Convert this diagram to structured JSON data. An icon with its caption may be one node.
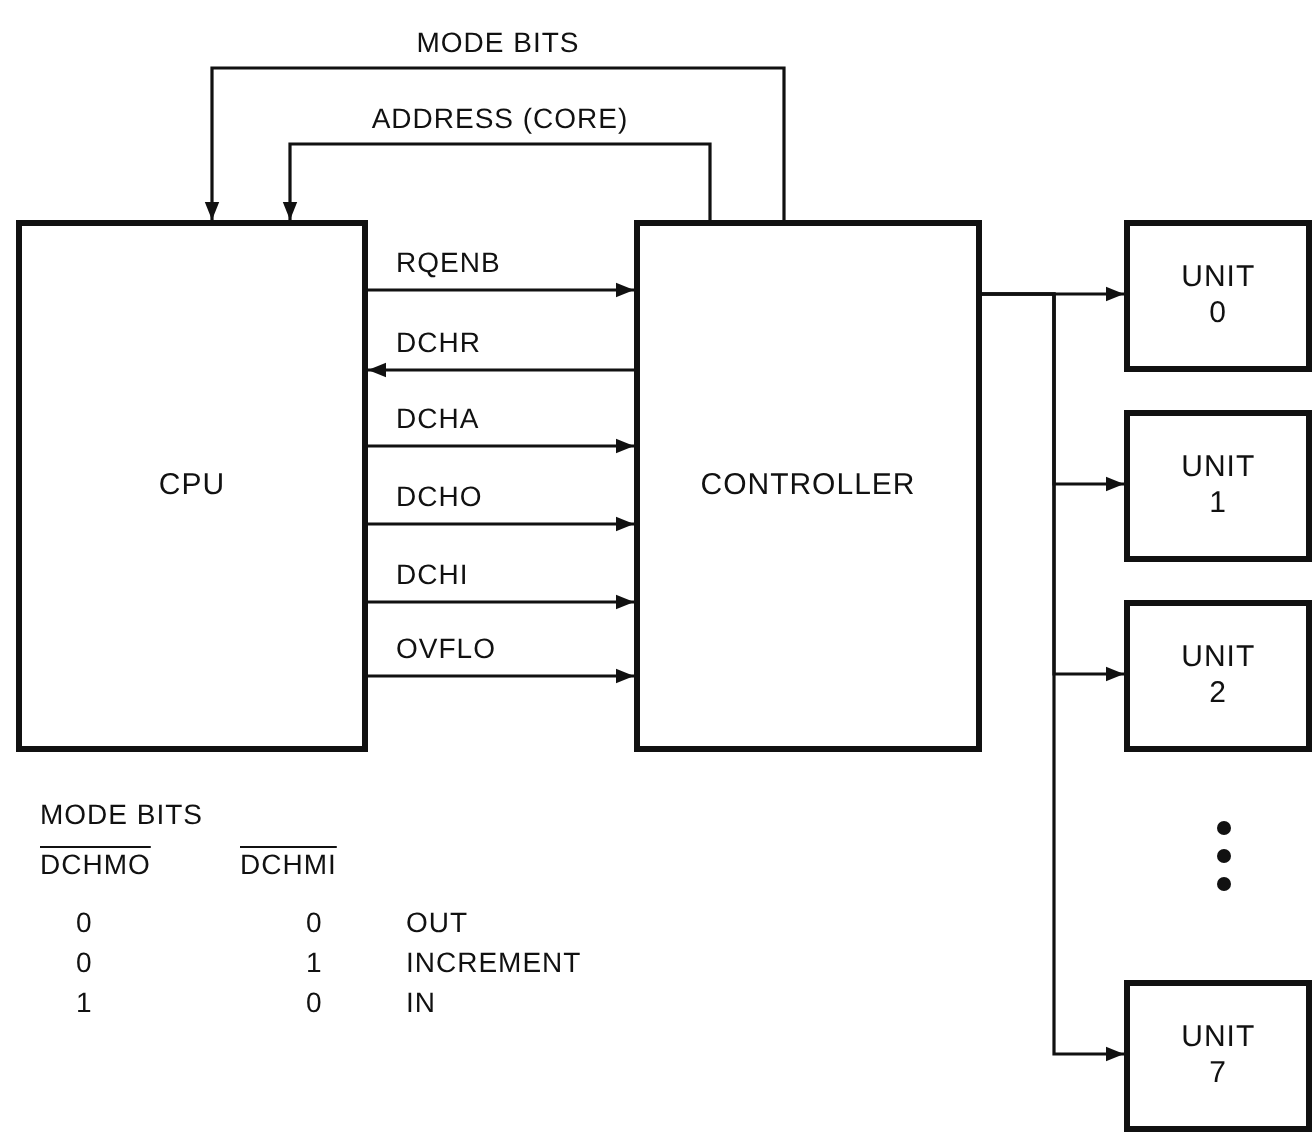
{
  "diagram": {
    "nodes": [
      {
        "text": [
          "CPU"
        ]
      },
      {
        "text": [
          "CONTROLLER"
        ]
      },
      {
        "text": [
          "UNIT 0"
        ]
      },
      {
        "text": [
          "UNIT 1"
        ]
      },
      {
        "text": [
          "UNIT 2"
        ]
      },
      {
        "text": [
          "UNIT 7"
        ]
      }
    ],
    "edges": [
      {
        "from": 1,
        "to": 0,
        "arrow": "to",
        "label": "MODE BITS"
      },
      {
        "from": 1,
        "to": 0,
        "arrow": "to",
        "label": "ADDRESS (CORE)"
      },
      {
        "from": 0,
        "to": 1,
        "arrow": "to",
        "label": "RQENB"
      },
      {
        "from": 1,
        "to": 0,
        "arrow": "to",
        "label": "DCHR"
      },
      {
        "from": 0,
        "to": 1,
        "arrow": "to",
        "label": "DCHA"
      },
      {
        "from": 0,
        "to": 1,
        "arrow": "to",
        "label": "DCHO"
      },
      {
        "from": 0,
        "to": 1,
        "arrow": "to",
        "label": "DCHI"
      },
      {
        "from": 0,
        "to": 1,
        "arrow": "to",
        "label": "OVFLO"
      },
      {
        "from": 1,
        "to": 2,
        "arrow": "to"
      },
      {
        "from": 1,
        "to": 3,
        "arrow": "to"
      },
      {
        "from": 1,
        "to": 4,
        "arrow": "to"
      },
      {
        "from": 1,
        "to": 5,
        "arrow": "to"
      }
    ],
    "labels": [
      "MODE BITS",
      "DCHMO",
      "DCHMI",
      "0",
      "0",
      "OUT",
      "0",
      "1",
      "INCREMENT",
      "1",
      "0",
      "IN"
    ]
  }
}
